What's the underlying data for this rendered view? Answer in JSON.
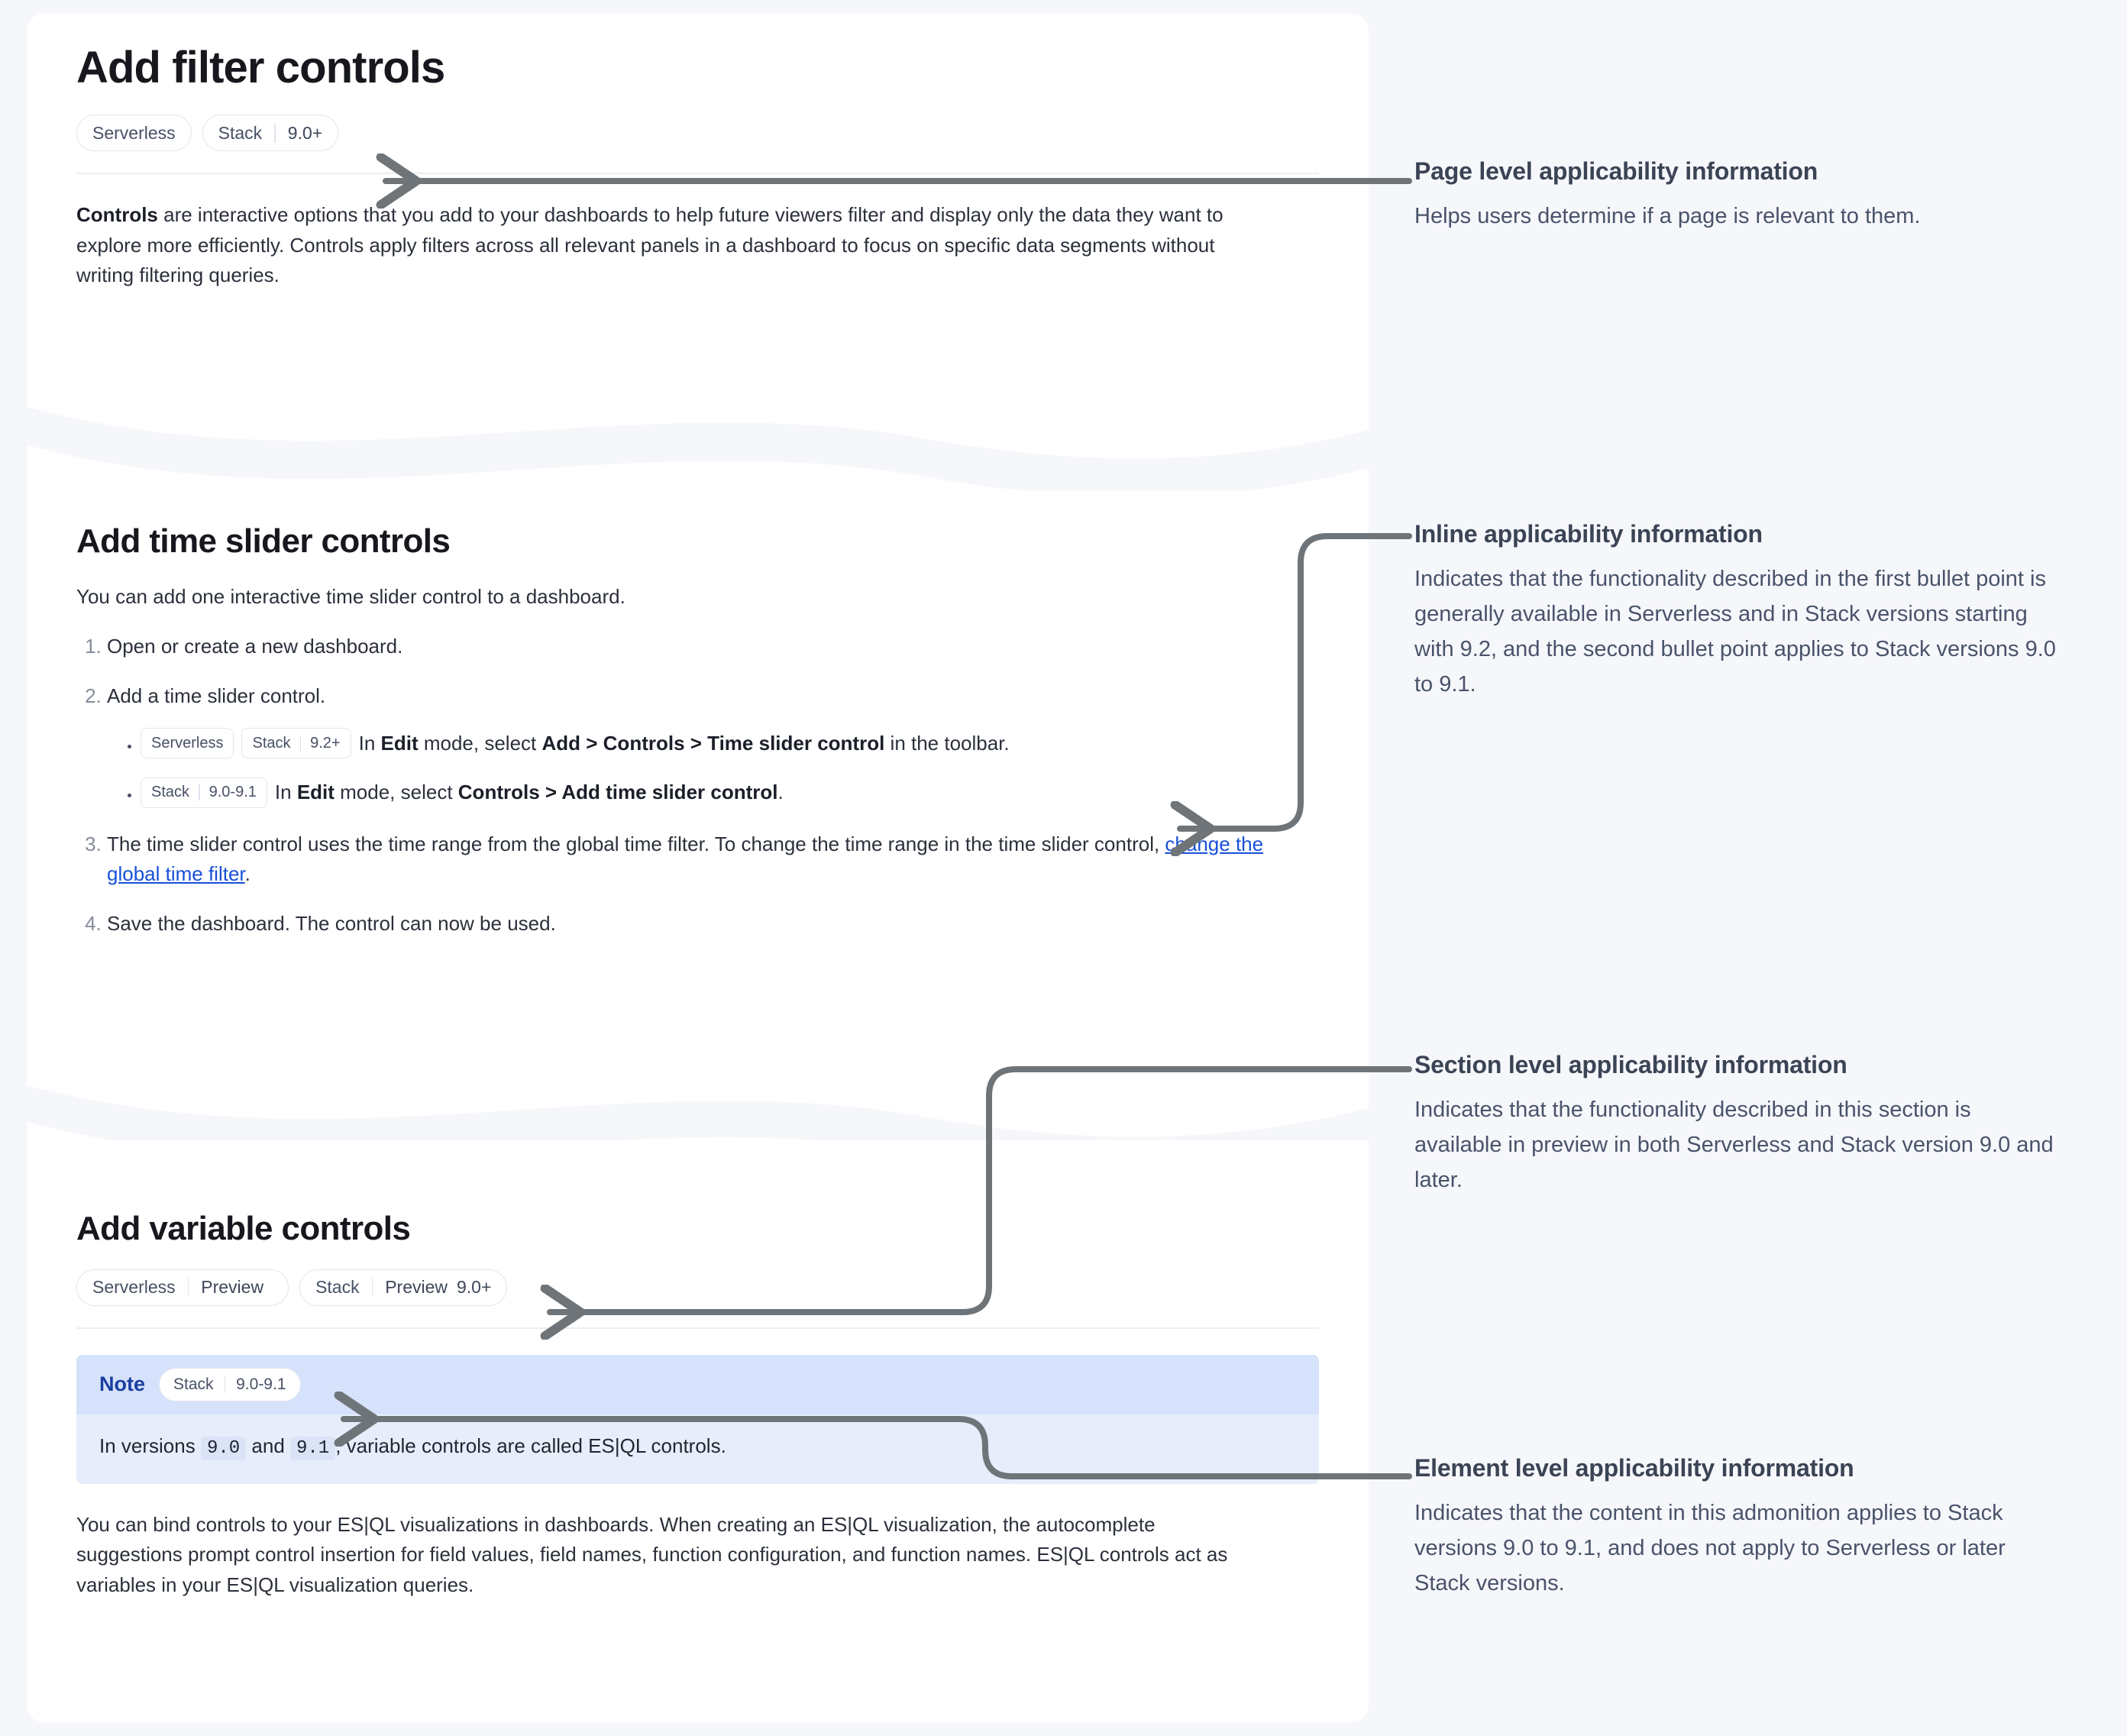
{
  "page": {
    "title": "Add filter controls",
    "applicability": [
      {
        "name": "Serverless",
        "version": ""
      },
      {
        "name": "Stack",
        "version": "9.0+"
      }
    ],
    "intro_bold": "Controls",
    "intro_rest": " are interactive options that you add to your dashboards to help future viewers filter and display only the data they want to explore more efficiently. Controls apply filters across all relevant panels in a dashboard to focus on specific data segments without writing filtering queries."
  },
  "time_slider_section": {
    "title": "Add time slider controls",
    "lead": "You can add one interactive time slider control to a dashboard.",
    "steps": [
      {
        "text": "Open or create a new dashboard."
      },
      {
        "text": "Add a time slider control."
      },
      {
        "text_a": "The time slider control uses the time range from the global time filter. To change the time range in the time slider control, ",
        "link": "change the global time filter",
        "text_b": "."
      },
      {
        "text": "Save the dashboard. The control can now be used."
      }
    ],
    "substeps": [
      {
        "badges": [
          {
            "name": "Serverless",
            "version": ""
          },
          {
            "name": "Stack",
            "version": "9.2+"
          }
        ],
        "pre": "In ",
        "b1": "Edit",
        "mid": " mode, select ",
        "b2": "Add > Controls > Time slider control",
        "post": " in the toolbar."
      },
      {
        "badges": [
          {
            "name": "Stack",
            "version": "9.0-9.1"
          }
        ],
        "pre": "In ",
        "b1": "Edit",
        "mid": " mode, select ",
        "b2": "Controls > Add time slider control",
        "post": "."
      }
    ]
  },
  "variable_section": {
    "title": "Add variable controls",
    "applicability": [
      {
        "name": "Serverless",
        "sub": "Preview",
        "version": ""
      },
      {
        "name": "Stack",
        "sub": "Preview",
        "version": "9.0+"
      }
    ],
    "note": {
      "label": "Note",
      "badge": {
        "name": "Stack",
        "version": "9.0-9.1"
      },
      "body_a": "In versions ",
      "code1": "9.0",
      "body_b": " and ",
      "code2": "9.1",
      "body_c": ", variable controls are called ES|QL controls."
    },
    "paragraph": "You can bind controls to your ES|QL visualizations in dashboards. When creating an ES|QL visualization, the autocomplete suggestions prompt control insertion for field values, field names, function configuration, and function names. ES|QL controls act as variables in your ES|QL visualization queries."
  },
  "annotations": [
    {
      "title": "Page level applicability information",
      "text": "Helps users determine if a page is relevant to them."
    },
    {
      "title": "Inline applicability information",
      "text": "Indicates that the functionality described in the first bullet point is generally available in Serverless and in Stack versions starting with 9.2, and the second bullet point applies to Stack versions 9.0 to 9.1."
    },
    {
      "title": "Section level applicability information",
      "text": "Indicates that the functionality described in this section is available in preview in both Serverless and Stack version 9.0 and later."
    },
    {
      "title": "Element level applicability information",
      "text": "Indicates that the content in this admonition applies to Stack versions 9.0 to 9.1, and does not apply to Serverless or later Stack versions."
    }
  ],
  "colors": {
    "page_background": "#f6f7fb",
    "card_background": "#ffffff",
    "link": "#1750d8",
    "connector": "#6f7478",
    "note_header": "#d6e2fb",
    "note_body": "#e7edfb",
    "annotation_title": "#3b4455",
    "annotation_text": "#49536a"
  }
}
